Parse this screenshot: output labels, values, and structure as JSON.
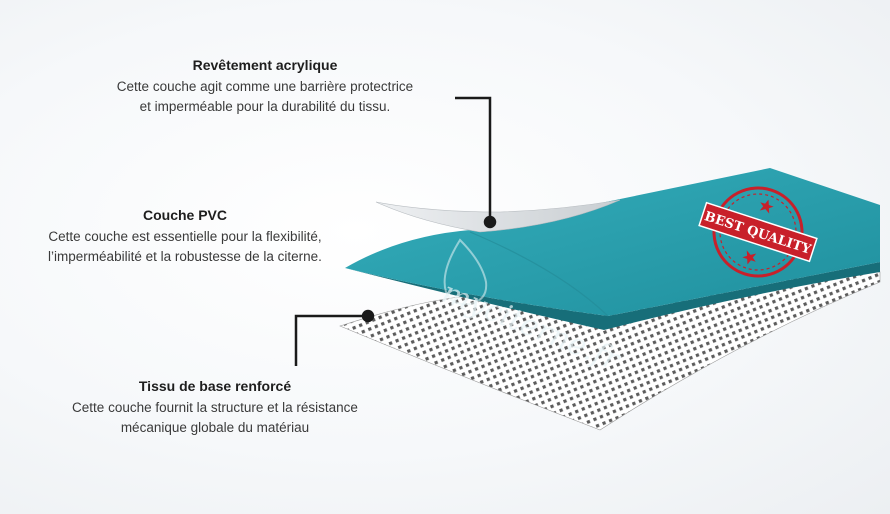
{
  "layers": {
    "acrylic": {
      "title": "Revêtement acrylique",
      "desc_line1": "Cette couche agit comme une barrière protectrice",
      "desc_line2": "et imperméable pour la durabilité du tissu."
    },
    "pvc": {
      "title": "Couche PVC",
      "desc_line1": "Cette couche est essentielle pour la flexibilité,",
      "desc_line2": "l’imperméabilité et la robustesse de la citerne."
    },
    "fabric": {
      "title": "Tissu de base renforcé",
      "desc_line1": "Cette couche fournit la structure et la résistance",
      "desc_line2": "mécanique globale du matériau"
    }
  },
  "watermark": {
    "text": "myciterne.fr"
  },
  "badge": {
    "text": "BEST QUALITY"
  },
  "colors": {
    "teal_top": "#2a9fae",
    "teal_side": "#1a7f8c",
    "coating": "#dfe3e6",
    "badge_red": "#c8202a",
    "pointer": "#1a1a1a"
  }
}
